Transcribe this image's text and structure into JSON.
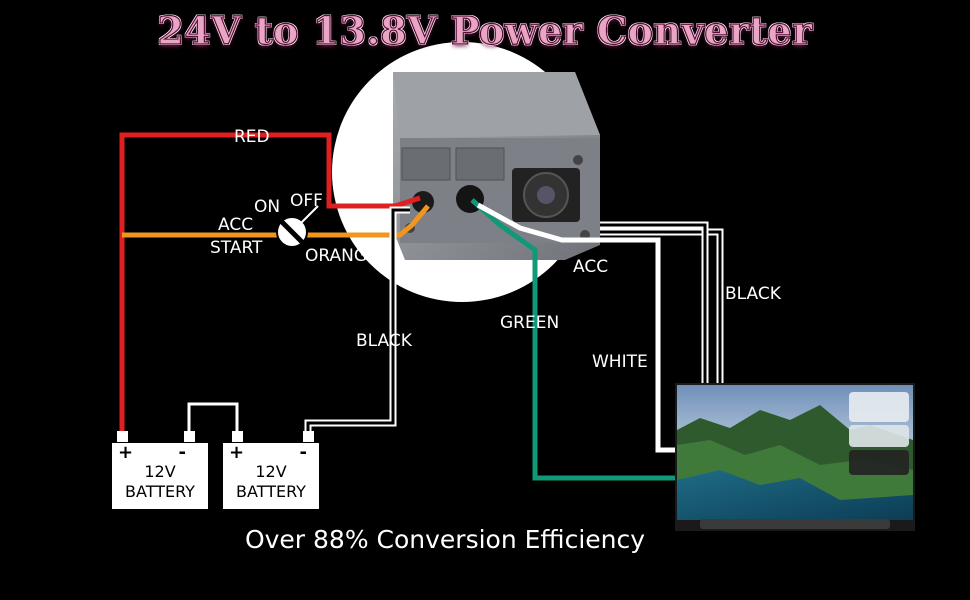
{
  "title": "24V to 13.8V Power Converter",
  "footer": "Over 88% Conversion Efficiency",
  "wire_labels": {
    "red": "RED",
    "orange": "ORANGE",
    "black_left": "BLACK",
    "black_right": "BLACK",
    "green": "GREEN",
    "white": "WHITE",
    "acc": "ACC"
  },
  "switch": {
    "on": "ON",
    "off": "OFF",
    "acc": "ACC",
    "start": "START"
  },
  "batteries": [
    {
      "plus": "+",
      "minus": "-",
      "voltage": "12V",
      "name": "BATTERY"
    },
    {
      "plus": "+",
      "minus": "-",
      "voltage": "12V",
      "name": "BATTERY"
    }
  ],
  "colors": {
    "red_wire": "#e02020",
    "orange_wire": "#f0961e",
    "green_wire": "#109878",
    "white_wire": "#ffffff",
    "title_fill": "#e8a6c4",
    "title_stroke": "#5a0f38"
  }
}
